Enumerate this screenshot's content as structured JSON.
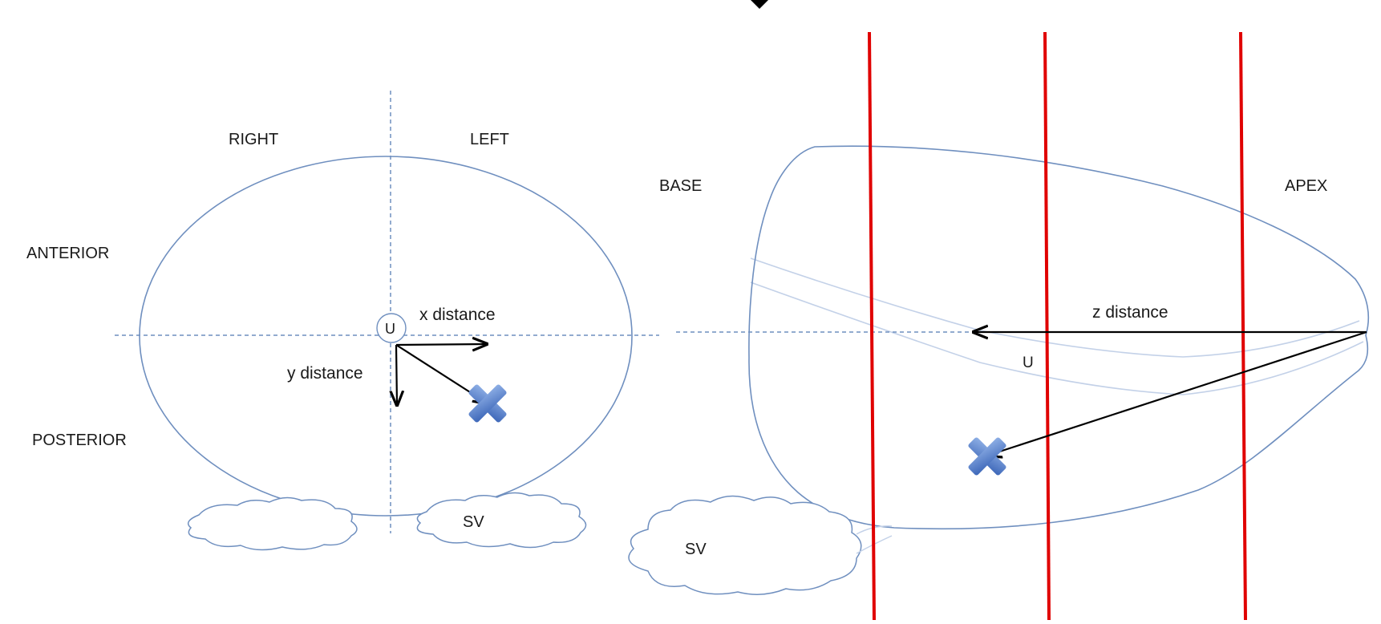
{
  "colors": {
    "outline": "#6f8fbf",
    "outline_light": "#c3d1e8",
    "dashed_axis": "#6f8fbf",
    "arrow": "#000000",
    "slice_line": "#e00000",
    "target_marker": "#4a78c8",
    "text": "#1a1a1a"
  },
  "axial_view": {
    "labels": {
      "right": "RIGHT",
      "left": "LEFT",
      "anterior": "ANTERIOR",
      "posterior": "POSTERIOR",
      "urethra": "U",
      "x_distance": "x distance",
      "y_distance": "y distance",
      "seminal_vesicle": "SV"
    }
  },
  "sagittal_view": {
    "labels": {
      "base": "BASE",
      "apex": "APEX",
      "z_distance": "z distance",
      "urethra": "U",
      "seminal_vesicle": "SV"
    },
    "slice_line_count": 3
  },
  "icons": {
    "target": "cross-marker-icon",
    "top_marker": "diamond-icon"
  }
}
